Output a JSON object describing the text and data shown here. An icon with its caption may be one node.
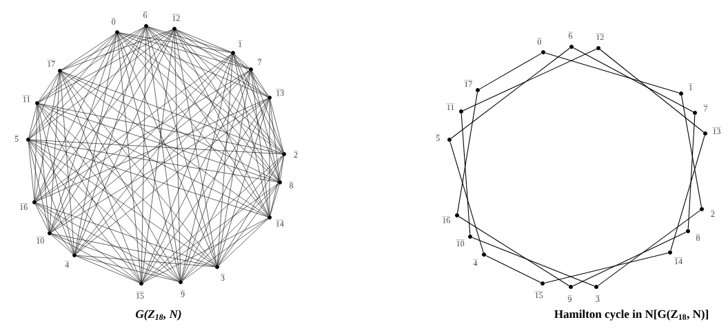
{
  "diagram": {
    "nodes": [
      {
        "text": [
          "0"
        ]
      },
      {
        "text": [
          "6"
        ]
      },
      {
        "text": [
          "12"
        ]
      },
      {
        "text": [
          "1"
        ]
      },
      {
        "text": [
          "7"
        ]
      },
      {
        "text": [
          "13"
        ]
      },
      {
        "text": [
          "2"
        ]
      },
      {
        "text": [
          "8"
        ]
      },
      {
        "text": [
          "14"
        ]
      },
      {
        "text": [
          "3"
        ]
      },
      {
        "text": [
          "9"
        ]
      },
      {
        "text": [
          "15"
        ]
      },
      {
        "text": [
          "4"
        ]
      },
      {
        "text": [
          "10"
        ]
      },
      {
        "text": [
          "16"
        ]
      },
      {
        "text": [
          "5"
        ]
      },
      {
        "text": [
          "11"
        ]
      },
      {
        "text": [
          "17"
        ]
      },
      {
        "text": [
          "0"
        ]
      },
      {
        "text": [
          "6"
        ]
      },
      {
        "text": [
          "12"
        ]
      },
      {
        "text": [
          "1"
        ]
      },
      {
        "text": [
          "7"
        ]
      },
      {
        "text": [
          "13"
        ]
      },
      {
        "text": [
          "2"
        ]
      },
      {
        "text": [
          "8"
        ]
      },
      {
        "text": [
          "14"
        ]
      },
      {
        "text": [
          "3"
        ]
      },
      {
        "text": [
          "9"
        ]
      },
      {
        "text": [
          "15"
        ]
      },
      {
        "text": [
          "4"
        ]
      },
      {
        "text": [
          "10"
        ]
      },
      {
        "text": [
          "16"
        ]
      },
      {
        "text": [
          "5"
        ]
      },
      {
        "text": [
          "11"
        ]
      },
      {
        "text": [
          "17"
        ]
      }
    ],
    "edges": [
      {
        "from": 0,
        "to": 3,
        "arrow": "none"
      },
      {
        "from": 0,
        "to": 4,
        "arrow": "none"
      },
      {
        "from": 0,
        "to": 5,
        "arrow": "none"
      },
      {
        "from": 0,
        "to": 6,
        "arrow": "none"
      },
      {
        "from": 0,
        "to": 7,
        "arrow": "none"
      },
      {
        "from": 0,
        "to": 8,
        "arrow": "none"
      },
      {
        "from": 0,
        "to": 9,
        "arrow": "none"
      },
      {
        "from": 0,
        "to": 10,
        "arrow": "none"
      },
      {
        "from": 0,
        "to": 11,
        "arrow": "none"
      },
      {
        "from": 0,
        "to": 12,
        "arrow": "none"
      },
      {
        "from": 0,
        "to": 13,
        "arrow": "none"
      },
      {
        "from": 0,
        "to": 14,
        "arrow": "none"
      },
      {
        "from": 0,
        "to": 15,
        "arrow": "none"
      },
      {
        "from": 0,
        "to": 16,
        "arrow": "none"
      },
      {
        "from": 0,
        "to": 17,
        "arrow": "none"
      },
      {
        "from": 1,
        "to": 3,
        "arrow": "none"
      },
      {
        "from": 1,
        "to": 4,
        "arrow": "none"
      },
      {
        "from": 1,
        "to": 5,
        "arrow": "none"
      },
      {
        "from": 1,
        "to": 6,
        "arrow": "none"
      },
      {
        "from": 1,
        "to": 7,
        "arrow": "none"
      },
      {
        "from": 1,
        "to": 8,
        "arrow": "none"
      },
      {
        "from": 1,
        "to": 9,
        "arrow": "none"
      },
      {
        "from": 1,
        "to": 10,
        "arrow": "none"
      },
      {
        "from": 1,
        "to": 11,
        "arrow": "none"
      },
      {
        "from": 1,
        "to": 12,
        "arrow": "none"
      },
      {
        "from": 1,
        "to": 13,
        "arrow": "none"
      },
      {
        "from": 1,
        "to": 14,
        "arrow": "none"
      },
      {
        "from": 1,
        "to": 15,
        "arrow": "none"
      },
      {
        "from": 1,
        "to": 16,
        "arrow": "none"
      },
      {
        "from": 1,
        "to": 17,
        "arrow": "none"
      },
      {
        "from": 2,
        "to": 3,
        "arrow": "none"
      },
      {
        "from": 2,
        "to": 4,
        "arrow": "none"
      },
      {
        "from": 2,
        "to": 5,
        "arrow": "none"
      },
      {
        "from": 2,
        "to": 6,
        "arrow": "none"
      },
      {
        "from": 2,
        "to": 7,
        "arrow": "none"
      },
      {
        "from": 2,
        "to": 8,
        "arrow": "none"
      },
      {
        "from": 2,
        "to": 9,
        "arrow": "none"
      },
      {
        "from": 2,
        "to": 10,
        "arrow": "none"
      },
      {
        "from": 2,
        "to": 11,
        "arrow": "none"
      },
      {
        "from": 2,
        "to": 12,
        "arrow": "none"
      },
      {
        "from": 2,
        "to": 13,
        "arrow": "none"
      },
      {
        "from": 2,
        "to": 14,
        "arrow": "none"
      },
      {
        "from": 2,
        "to": 15,
        "arrow": "none"
      },
      {
        "from": 2,
        "to": 16,
        "arrow": "none"
      },
      {
        "from": 2,
        "to": 17,
        "arrow": "none"
      },
      {
        "from": 3,
        "to": 4,
        "arrow": "none"
      },
      {
        "from": 3,
        "to": 5,
        "arrow": "none"
      },
      {
        "from": 3,
        "to": 6,
        "arrow": "none"
      },
      {
        "from": 3,
        "to": 7,
        "arrow": "none"
      },
      {
        "from": 3,
        "to": 8,
        "arrow": "none"
      },
      {
        "from": 3,
        "to": 9,
        "arrow": "none"
      },
      {
        "from": 3,
        "to": 10,
        "arrow": "none"
      },
      {
        "from": 3,
        "to": 11,
        "arrow": "none"
      },
      {
        "from": 3,
        "to": 12,
        "arrow": "none"
      },
      {
        "from": 3,
        "to": 13,
        "arrow": "none"
      },
      {
        "from": 3,
        "to": 14,
        "arrow": "none"
      },
      {
        "from": 4,
        "to": 5,
        "arrow": "none"
      },
      {
        "from": 4,
        "to": 6,
        "arrow": "none"
      },
      {
        "from": 4,
        "to": 7,
        "arrow": "none"
      },
      {
        "from": 4,
        "to": 8,
        "arrow": "none"
      },
      {
        "from": 4,
        "to": 9,
        "arrow": "none"
      },
      {
        "from": 4,
        "to": 10,
        "arrow": "none"
      },
      {
        "from": 4,
        "to": 11,
        "arrow": "none"
      },
      {
        "from": 4,
        "to": 12,
        "arrow": "none"
      },
      {
        "from": 4,
        "to": 13,
        "arrow": "none"
      },
      {
        "from": 4,
        "to": 14,
        "arrow": "none"
      },
      {
        "from": 5,
        "to": 6,
        "arrow": "none"
      },
      {
        "from": 5,
        "to": 7,
        "arrow": "none"
      },
      {
        "from": 5,
        "to": 8,
        "arrow": "none"
      },
      {
        "from": 5,
        "to": 9,
        "arrow": "none"
      },
      {
        "from": 5,
        "to": 10,
        "arrow": "none"
      },
      {
        "from": 5,
        "to": 11,
        "arrow": "none"
      },
      {
        "from": 5,
        "to": 12,
        "arrow": "none"
      },
      {
        "from": 5,
        "to": 13,
        "arrow": "none"
      },
      {
        "from": 5,
        "to": 14,
        "arrow": "none"
      },
      {
        "from": 6,
        "to": 7,
        "arrow": "none"
      },
      {
        "from": 6,
        "to": 8,
        "arrow": "none"
      },
      {
        "from": 6,
        "to": 9,
        "arrow": "none"
      },
      {
        "from": 6,
        "to": 10,
        "arrow": "none"
      },
      {
        "from": 6,
        "to": 11,
        "arrow": "none"
      },
      {
        "from": 6,
        "to": 15,
        "arrow": "none"
      },
      {
        "from": 6,
        "to": 16,
        "arrow": "none"
      },
      {
        "from": 6,
        "to": 17,
        "arrow": "none"
      },
      {
        "from": 7,
        "to": 8,
        "arrow": "none"
      },
      {
        "from": 7,
        "to": 9,
        "arrow": "none"
      },
      {
        "from": 7,
        "to": 10,
        "arrow": "none"
      },
      {
        "from": 7,
        "to": 11,
        "arrow": "none"
      },
      {
        "from": 7,
        "to": 15,
        "arrow": "none"
      },
      {
        "from": 7,
        "to": 16,
        "arrow": "none"
      },
      {
        "from": 7,
        "to": 17,
        "arrow": "none"
      },
      {
        "from": 8,
        "to": 9,
        "arrow": "none"
      },
      {
        "from": 8,
        "to": 10,
        "arrow": "none"
      },
      {
        "from": 8,
        "to": 11,
        "arrow": "none"
      },
      {
        "from": 8,
        "to": 15,
        "arrow": "none"
      },
      {
        "from": 8,
        "to": 16,
        "arrow": "none"
      },
      {
        "from": 8,
        "to": 17,
        "arrow": "none"
      },
      {
        "from": 9,
        "to": 12,
        "arrow": "none"
      },
      {
        "from": 9,
        "to": 13,
        "arrow": "none"
      },
      {
        "from": 9,
        "to": 14,
        "arrow": "none"
      },
      {
        "from": 9,
        "to": 15,
        "arrow": "none"
      },
      {
        "from": 9,
        "to": 16,
        "arrow": "none"
      },
      {
        "from": 9,
        "to": 17,
        "arrow": "none"
      },
      {
        "from": 10,
        "to": 12,
        "arrow": "none"
      },
      {
        "from": 10,
        "to": 13,
        "arrow": "none"
      },
      {
        "from": 10,
        "to": 14,
        "arrow": "none"
      },
      {
        "from": 10,
        "to": 15,
        "arrow": "none"
      },
      {
        "from": 10,
        "to": 16,
        "arrow": "none"
      },
      {
        "from": 10,
        "to": 17,
        "arrow": "none"
      },
      {
        "from": 11,
        "to": 12,
        "arrow": "none"
      },
      {
        "from": 11,
        "to": 13,
        "arrow": "none"
      },
      {
        "from": 11,
        "to": 14,
        "arrow": "none"
      },
      {
        "from": 11,
        "to": 15,
        "arrow": "none"
      },
      {
        "from": 11,
        "to": 16,
        "arrow": "none"
      },
      {
        "from": 11,
        "to": 17,
        "arrow": "none"
      },
      {
        "from": 12,
        "to": 13,
        "arrow": "none"
      },
      {
        "from": 12,
        "to": 14,
        "arrow": "none"
      },
      {
        "from": 12,
        "to": 15,
        "arrow": "none"
      },
      {
        "from": 12,
        "to": 16,
        "arrow": "none"
      },
      {
        "from": 12,
        "to": 17,
        "arrow": "none"
      },
      {
        "from": 13,
        "to": 14,
        "arrow": "none"
      },
      {
        "from": 13,
        "to": 15,
        "arrow": "none"
      },
      {
        "from": 13,
        "to": 16,
        "arrow": "none"
      },
      {
        "from": 13,
        "to": 17,
        "arrow": "none"
      },
      {
        "from": 14,
        "to": 15,
        "arrow": "none"
      },
      {
        "from": 14,
        "to": 16,
        "arrow": "none"
      },
      {
        "from": 14,
        "to": 17,
        "arrow": "none"
      },
      {
        "from": 15,
        "to": 16,
        "arrow": "none"
      },
      {
        "from": 15,
        "to": 17,
        "arrow": "none"
      },
      {
        "from": 16,
        "to": 17,
        "arrow": "none"
      },
      {
        "from": 18,
        "to": 21,
        "arrow": "none"
      },
      {
        "from": 21,
        "to": 24,
        "arrow": "none"
      },
      {
        "from": 24,
        "to": 27,
        "arrow": "none"
      },
      {
        "from": 27,
        "to": 31,
        "arrow": "none"
      },
      {
        "from": 31,
        "to": 34,
        "arrow": "none"
      },
      {
        "from": 34,
        "to": 20,
        "arrow": "none"
      },
      {
        "from": 20,
        "to": 23,
        "arrow": "none"
      },
      {
        "from": 23,
        "to": 26,
        "arrow": "none"
      },
      {
        "from": 26,
        "to": 29,
        "arrow": "none"
      },
      {
        "from": 29,
        "to": 30,
        "arrow": "none"
      },
      {
        "from": 30,
        "to": 33,
        "arrow": "none"
      },
      {
        "from": 33,
        "to": 19,
        "arrow": "none"
      },
      {
        "from": 19,
        "to": 22,
        "arrow": "none"
      },
      {
        "from": 22,
        "to": 25,
        "arrow": "none"
      },
      {
        "from": 25,
        "to": 28,
        "arrow": "none"
      },
      {
        "from": 28,
        "to": 32,
        "arrow": "none"
      },
      {
        "from": 32,
        "to": 35,
        "arrow": "none"
      },
      {
        "from": 35,
        "to": 18,
        "arrow": "none"
      }
    ],
    "labels": [
      "G(Z$_{18}$, N)",
      "Hamilton cycle in N[G(Z$_{18}$, N)]"
    ]
  }
}
